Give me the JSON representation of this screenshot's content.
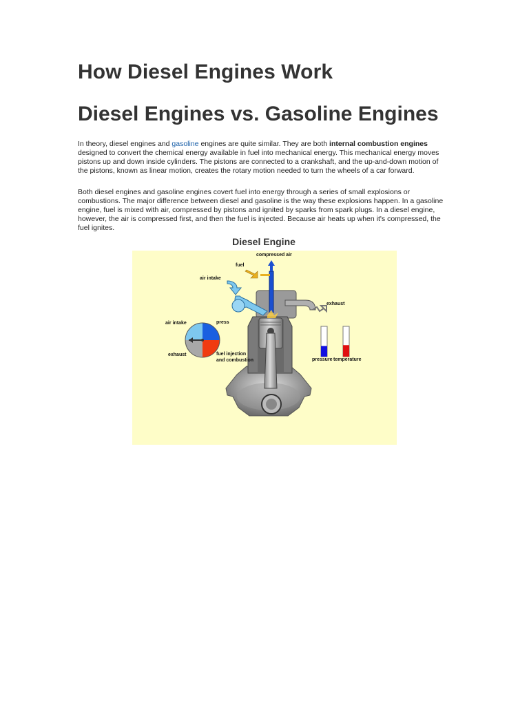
{
  "article": {
    "title": "How Diesel Engines Work",
    "subtitle": "Diesel Engines vs. Gasoline Engines",
    "p1": {
      "t1": "In theory, diesel engines and ",
      "link": "gasoline",
      "t2": " engines are quite similar. They are both ",
      "bold": "internal combustion engines",
      "t3": " designed to convert the chemical energy available in fuel into mechanical energy. This mechanical energy moves pistons up and down inside cylinders. The pistons are connected to a crankshaft, and the up-and-down motion of the pistons, known as linear motion, creates the rotary motion needed to turn the wheels of a car forward."
    },
    "p2": "Both diesel engines and gasoline engines covert fuel into energy through a series of small explosions or combustions. The major difference between diesel and gasoline is the way these explosions happen. In a gasoline engine, fuel is mixed with air, compressed by pistons and ignited by sparks from spark plugs. In a diesel engine, however, the air is compressed first, and then the fuel is injected. Because air heats up when it's compressed, the fuel ignites."
  },
  "figure": {
    "title": "Diesel Engine",
    "labels": {
      "compressed_air": "compressed air",
      "fuel": "fuel",
      "air_intake_top": "air intake",
      "exhaust_right": "exhaust",
      "air_intake_wheel": "air intake",
      "press": "press",
      "exhaust_wheel": "exhaust",
      "fuel_injection_1": "fuel injection",
      "fuel_injection_2": "and combustion",
      "pressure": "pressure",
      "temperature": "temperature"
    },
    "gauges": {
      "pressure_level": 0.35,
      "temperature_level": 0.38
    },
    "colors": {
      "background": "#fefdc8",
      "intake_blue": "#7ec8ee",
      "compressed_blue": "#1a4fd0",
      "fuel_yellow": "#e8b020",
      "combustion_red": "#f03a10",
      "engine_grey": "#a8a8a8",
      "pressure_blue": "#1010e0",
      "temperature_red": "#e01010"
    }
  }
}
